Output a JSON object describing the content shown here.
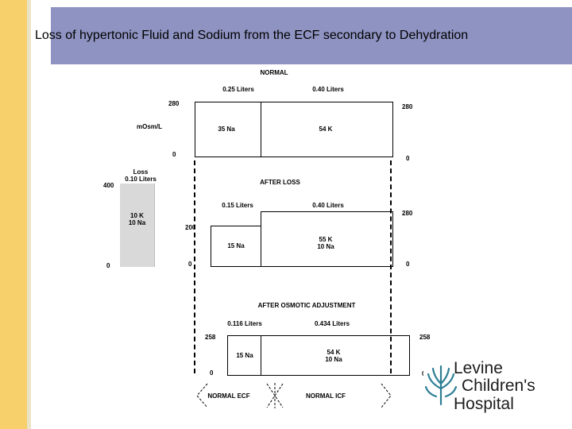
{
  "slide": {
    "title": "Loss of hypertonic Fluid and Sodium from the ECF secondary to Dehydration"
  },
  "diagram": {
    "normal": {
      "heading": "NORMAL",
      "ecf_volume": "0.25 Liters",
      "icf_volume": "0.40 Liters",
      "left_top": "280",
      "right_top": "280",
      "unit": "mOsm/L",
      "left_zero": "0",
      "right_zero": "0",
      "ecf_content": "35 Na",
      "icf_content": "54 K"
    },
    "loss": {
      "title_line1": "Loss",
      "title_line2": "0.10 Liters",
      "top": "400",
      "zero": "0",
      "content_line1": "10 K",
      "content_line2": "10 Na"
    },
    "after_loss": {
      "heading": "AFTER LOSS",
      "ecf_volume": "0.15 Liters",
      "icf_volume": "0.40 Liters",
      "ecf_top": "200",
      "right_top": "280",
      "left_zero": "0",
      "right_zero": "0",
      "ecf_content": "15 Na",
      "icf_content_line1": "55 K",
      "icf_content_line2": "10 Na"
    },
    "after_osmotic": {
      "heading": "AFTER OSMOTIC ADJUSTMENT",
      "ecf_volume": "0.116 Liters",
      "icf_volume": "0.434 Liters",
      "left_top": "258",
      "right_top": "258",
      "left_zero": "0",
      "right_zero": "0",
      "ecf_content": "15 Na",
      "icf_content_line1": "54 K",
      "icf_content_line2": "10 Na"
    },
    "footer": {
      "ecf_label": "NORMAL ECF",
      "icf_label": "NORMAL ICF"
    }
  },
  "logo": {
    "line1": "Levine",
    "line2": "Children's",
    "line3": "Hospital",
    "accent_color": "#2e7f95",
    "highlight_color": "#e2a21b"
  }
}
